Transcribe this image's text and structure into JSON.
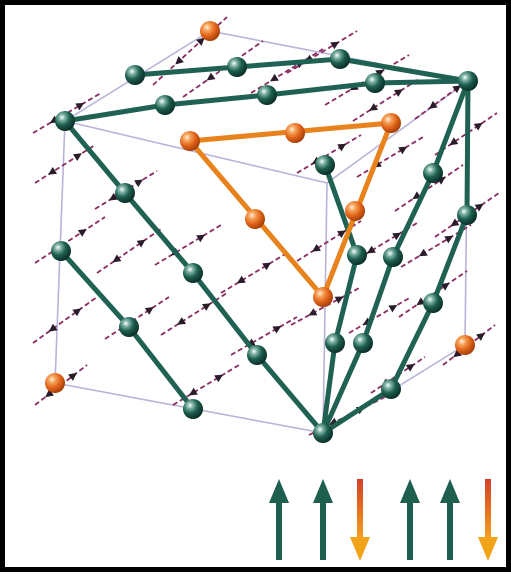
{
  "figure": {
    "kind": "crystal lattice with spin arrangement",
    "colors": {
      "frame": "#000000",
      "cube_edge": "#b9b4d8",
      "chain_green": "#1f6152",
      "atom_green": "#1d5f50",
      "atom_orange": "#e2641a",
      "triangle_orange": "#e7821d",
      "spin_line": "#8a2b62",
      "spin_arrow": "#2a1c2a",
      "arrow_up": "#1f5f4f",
      "arrow_down_top": "#d63e2a",
      "arrow_down_tip": "#f2a219"
    },
    "icons": [
      "green-atom",
      "orange-atom",
      "spin-direction-arrow",
      "up-spin-arrow",
      "down-spin-arrow"
    ],
    "spin_sequence": [
      "up",
      "up",
      "down",
      "up",
      "up",
      "down"
    ]
  }
}
